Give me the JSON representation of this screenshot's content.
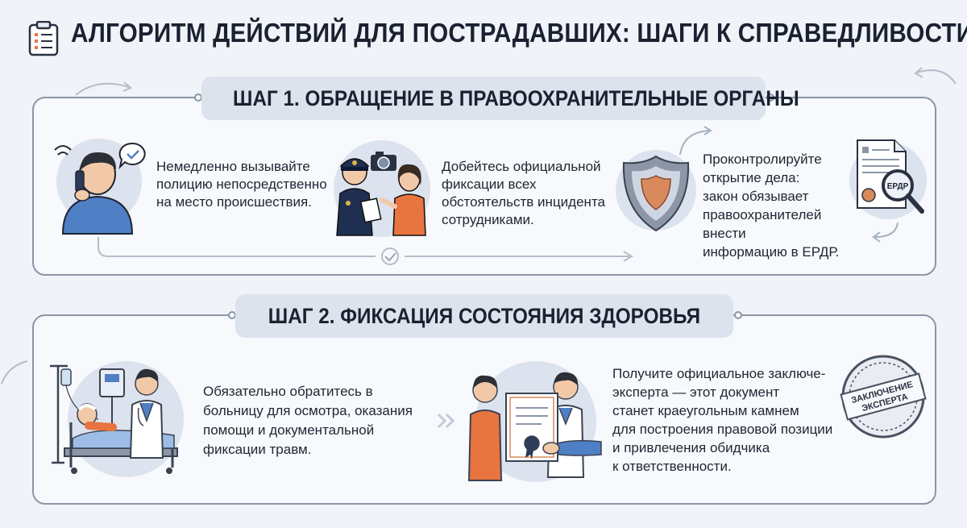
{
  "header": {
    "title": "АЛГОРИТМ ДЕЙСТВИЙ ДЛЯ ПОСТРАДАВШИХ: ШАГИ К СПРАВЕДЛИВОСТИ",
    "icon": "clipboard-checklist-icon"
  },
  "step1": {
    "heading": "ШАГ 1. ОБРАЩЕНИЕ В ПРАВООХРАНИТЕЛЬНЫЕ ОРГАНЫ",
    "items": [
      {
        "icon": "person-calling-icon",
        "text_lines": [
          "Немедленно вызывайте",
          "полицию непосредственно",
          "на место происшествия."
        ]
      },
      {
        "icon": "police-officer-icon",
        "text_lines": [
          "Добейтесь официальной",
          "фиксации всех",
          "обстоятельств инцидента",
          "сотрудниками."
        ]
      },
      {
        "icon": "shield-icon",
        "text_lines": [
          "Проконтролируйте",
          "открытие дела:",
          "закон обязывает",
          "правоохранителей внести",
          "информацию в ЕРДР."
        ]
      }
    ],
    "document_label": "ЕРДР"
  },
  "step2": {
    "heading": "ШАГ 2. ФИКСАЦИЯ СОСТОЯНИЯ ЗДОРОВЬЯ",
    "items": [
      {
        "icon": "hospital-bed-icon",
        "text_lines": [
          "Обязательно обратитесь в",
          "больницу для осмотра, оказания",
          "помощи и документальной",
          "фиксации травм."
        ]
      },
      {
        "icon": "expert-certificate-icon",
        "text_lines": [
          "Получите официальное заключе-",
          "эксперта — этот документ",
          "станет краеугольным камнем",
          "для построения правовой позиции",
          "и привлечения обидчика",
          "к ответственности."
        ]
      }
    ],
    "stamp_lines": [
      "ЗАКЛЮЧЕНИЕ",
      "ЭКСПЕРТА"
    ]
  },
  "colors": {
    "background": "#f0f3f8",
    "pill": "#dde3ed",
    "border": "#8c96a6",
    "shirt_blue": "#4f7fc4",
    "shirt_orange": "#e8743f",
    "police_navy": "#1f2f52",
    "badge_copper": "#d98a5d"
  }
}
